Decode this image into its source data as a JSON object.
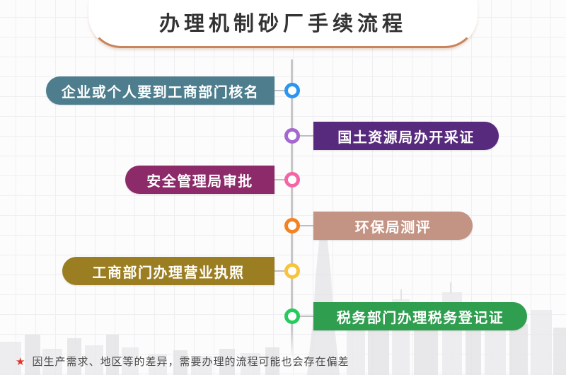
{
  "title": "办理机制砂厂手续流程",
  "steps": [
    {
      "label": "企业或个人要到工商部门核名",
      "side": "left",
      "box_color": "#4e7e8e",
      "dot_color": "#2b96f1"
    },
    {
      "label": "国土资源局办开采证",
      "side": "right",
      "box_color": "#582a7e",
      "dot_color": "#a468d0"
    },
    {
      "label": "安全管理局审批",
      "side": "left",
      "box_color": "#8d2a69",
      "dot_color": "#f565a5"
    },
    {
      "label": "环保局测评",
      "side": "right",
      "box_color": "#c39384",
      "dot_color": "#f58220"
    },
    {
      "label": "工商部门办理营业执照",
      "side": "left",
      "box_color": "#9c7e22",
      "dot_color": "#f8c43d"
    },
    {
      "label": "税务部门办理税务登记证",
      "side": "right",
      "box_color": "#2f9e4f",
      "dot_color": "#25cb5c"
    }
  ],
  "footnote": {
    "marker": "★",
    "text": "因生产需求、地区等的差异，需要办理的流程可能也会存在偏差",
    "marker_color": "#e0342b"
  },
  "accent": {
    "title_border": "#c8855c",
    "timeline_color": "#c7c7ca",
    "step_text_color": "#ffffff"
  }
}
